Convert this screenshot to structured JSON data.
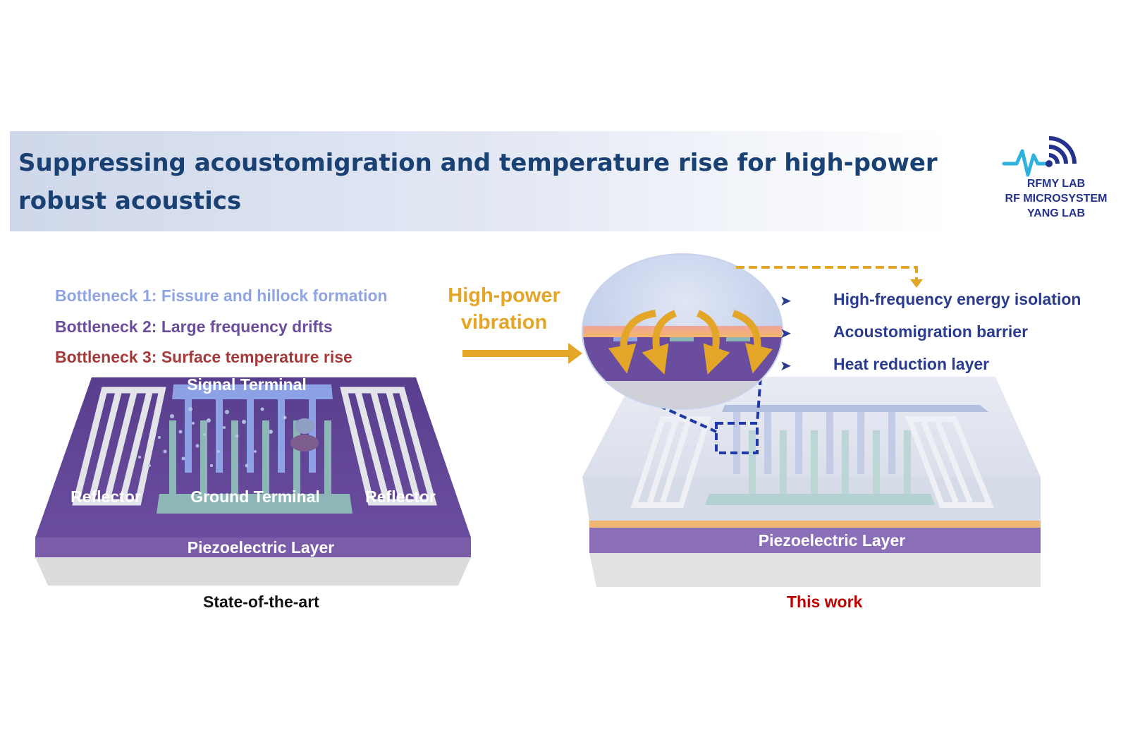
{
  "title": "Suppressing acoustomigration and temperature rise for high-power robust acoustics",
  "logo": {
    "icon": "rf-signal-wave-icon",
    "line1": "RFMY LAB",
    "line2": "RF MICROSYSTEM",
    "line3": "YANG LAB"
  },
  "bottlenecks": [
    {
      "text": "Bottleneck 1: Fissure and hillock formation",
      "color": "#8fa4e0"
    },
    {
      "text": "Bottleneck 2: Large frequency drifts",
      "color": "#6b4d9c"
    },
    {
      "text": "Bottleneck 3: Surface temperature rise",
      "color": "#a33a3a"
    }
  ],
  "left_device": {
    "signal_terminal": "Signal Terminal",
    "ground_terminal": "Ground Terminal",
    "reflector_left": "Reflector",
    "reflector_right": "Reflector",
    "piezo_layer": "Piezoelectric Layer",
    "caption": "State-of-the-art"
  },
  "high_power": {
    "line1": "High-power",
    "line2": "vibration"
  },
  "features": [
    "High-frequency energy isolation",
    "Acoustomigration barrier",
    "Heat reduction layer"
  ],
  "right_device": {
    "piezo_layer": "Piezoelectric Layer",
    "caption": "This work"
  },
  "colors": {
    "title": "#1a4173",
    "piezo": "#6e4d9e",
    "arrow": "#e4a628",
    "feature_text": "#2b3c8e",
    "this_work": "#c00000"
  }
}
